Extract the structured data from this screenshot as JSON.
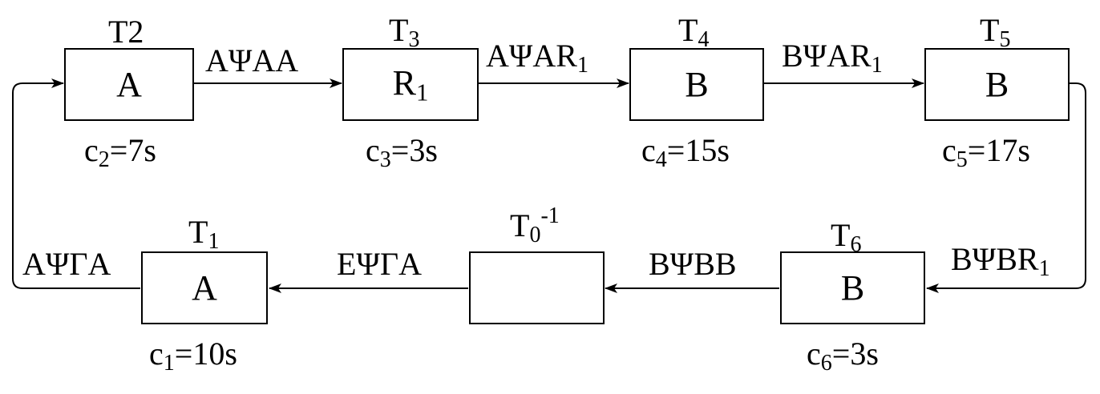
{
  "nodes": {
    "t2": {
      "title": "T2",
      "title_sub": "",
      "title_sup": "",
      "content": "A",
      "content_sub": "",
      "cost": "c",
      "cost_sub": "2",
      "cost_val": "=7s"
    },
    "t3": {
      "title": "T",
      "title_sub": "3",
      "title_sup": "",
      "content": "R",
      "content_sub": "1",
      "cost": "c",
      "cost_sub": "3",
      "cost_val": "=3s"
    },
    "t4": {
      "title": "T",
      "title_sub": "4",
      "title_sup": "",
      "content": "B",
      "content_sub": "",
      "cost": "c",
      "cost_sub": "4",
      "cost_val": "=15s"
    },
    "t5": {
      "title": "T",
      "title_sub": "5",
      "title_sup": "",
      "content": "B",
      "content_sub": "",
      "cost": "c",
      "cost_sub": "5",
      "cost_val": "=17s"
    },
    "t6": {
      "title": "T",
      "title_sub": "6",
      "title_sup": "",
      "content": "B",
      "content_sub": "",
      "cost": "c",
      "cost_sub": "6",
      "cost_val": "=3s"
    },
    "t0": {
      "title": "T",
      "title_sub": "0",
      "title_sup": "-1",
      "content": "",
      "content_sub": ""
    },
    "t1": {
      "title": "T",
      "title_sub": "1",
      "title_sup": "",
      "content": "A",
      "content_sub": "",
      "cost": "c",
      "cost_sub": "1",
      "cost_val": "=10s"
    }
  },
  "edges": {
    "t2_t3": {
      "text": "ΑΨΑΑ",
      "sub": ""
    },
    "t3_t4": {
      "text": "ΑΨΑR",
      "sub": "1"
    },
    "t4_t5": {
      "text": "BΨAR",
      "sub": "1"
    },
    "t5_t6": {
      "text": "BΨBR",
      "sub": "1"
    },
    "t6_t0": {
      "text": "BΨBB",
      "sub": ""
    },
    "t0_t1": {
      "text": "EΨΓA",
      "sub": ""
    },
    "t1_t2": {
      "text": "AΨΓA",
      "sub": ""
    }
  }
}
